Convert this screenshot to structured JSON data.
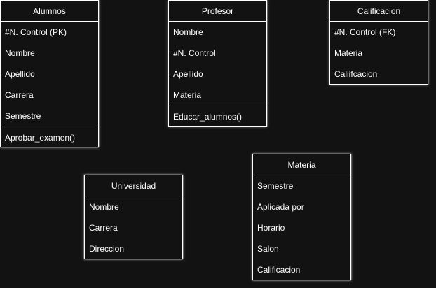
{
  "classes": {
    "alumnos": {
      "name": "Alumnos",
      "attributes": [
        "#N. Control (PK)",
        "Nombre",
        "Apellido",
        "Carrera",
        "Semestre"
      ],
      "methods": [
        "Aprobar_examen()"
      ]
    },
    "profesor": {
      "name": "Profesor",
      "attributes": [
        "Nombre",
        "#N. Control",
        "Apellido",
        "Materia"
      ],
      "methods": [
        "Educar_alumnos()"
      ]
    },
    "calificacion": {
      "name": "Calificacion",
      "attributes": [
        "#N. Control (FK)",
        "Materia",
        "Caliifcacion"
      ],
      "methods": []
    },
    "universidad": {
      "name": "Universidad",
      "attributes": [
        "Nombre",
        "Carrera",
        "Direccion"
      ],
      "methods": []
    },
    "materia": {
      "name": "Materia",
      "attributes": [
        "Semestre",
        "Aplicada por",
        "Horario",
        "Salon",
        "Calificacion"
      ],
      "methods": []
    }
  },
  "colors": {
    "background": "#121212",
    "stroke": "#ffffff",
    "text": "#ffffff"
  }
}
